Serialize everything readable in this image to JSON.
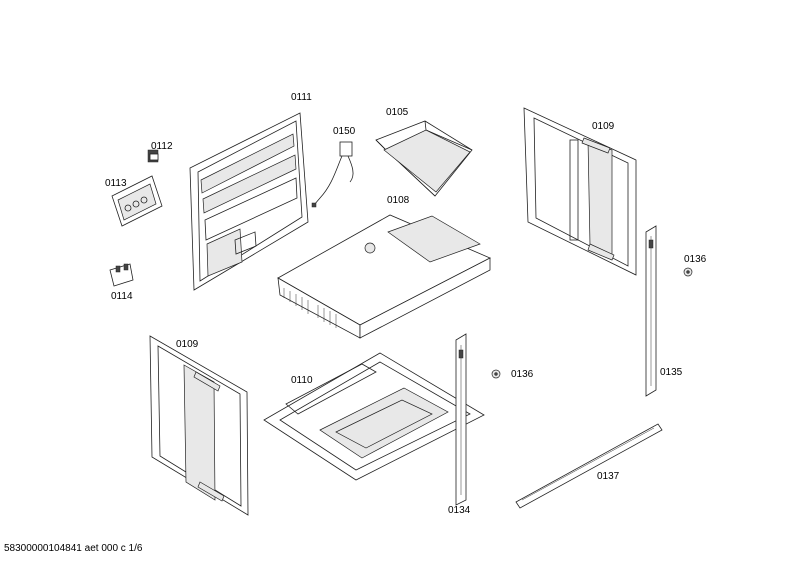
{
  "diagram": {
    "parts": [
      {
        "id": "p0111",
        "label": "0111"
      },
      {
        "id": "p0112",
        "label": "0112"
      },
      {
        "id": "p0113",
        "label": "0113"
      },
      {
        "id": "p0114",
        "label": "0114"
      },
      {
        "id": "p0150",
        "label": "0150"
      },
      {
        "id": "p0105",
        "label": "0105"
      },
      {
        "id": "p0108",
        "label": "0108"
      },
      {
        "id": "p0109a",
        "label": "0109"
      },
      {
        "id": "p0109b",
        "label": "0109"
      },
      {
        "id": "p0110",
        "label": "0110"
      },
      {
        "id": "p0134",
        "label": "0134"
      },
      {
        "id": "p0135",
        "label": "0135"
      },
      {
        "id": "p0136a",
        "label": "0136"
      },
      {
        "id": "p0136b",
        "label": "0136"
      },
      {
        "id": "p0137",
        "label": "0137"
      }
    ],
    "footer": "58300000104841 aet 000 c 1/6"
  }
}
